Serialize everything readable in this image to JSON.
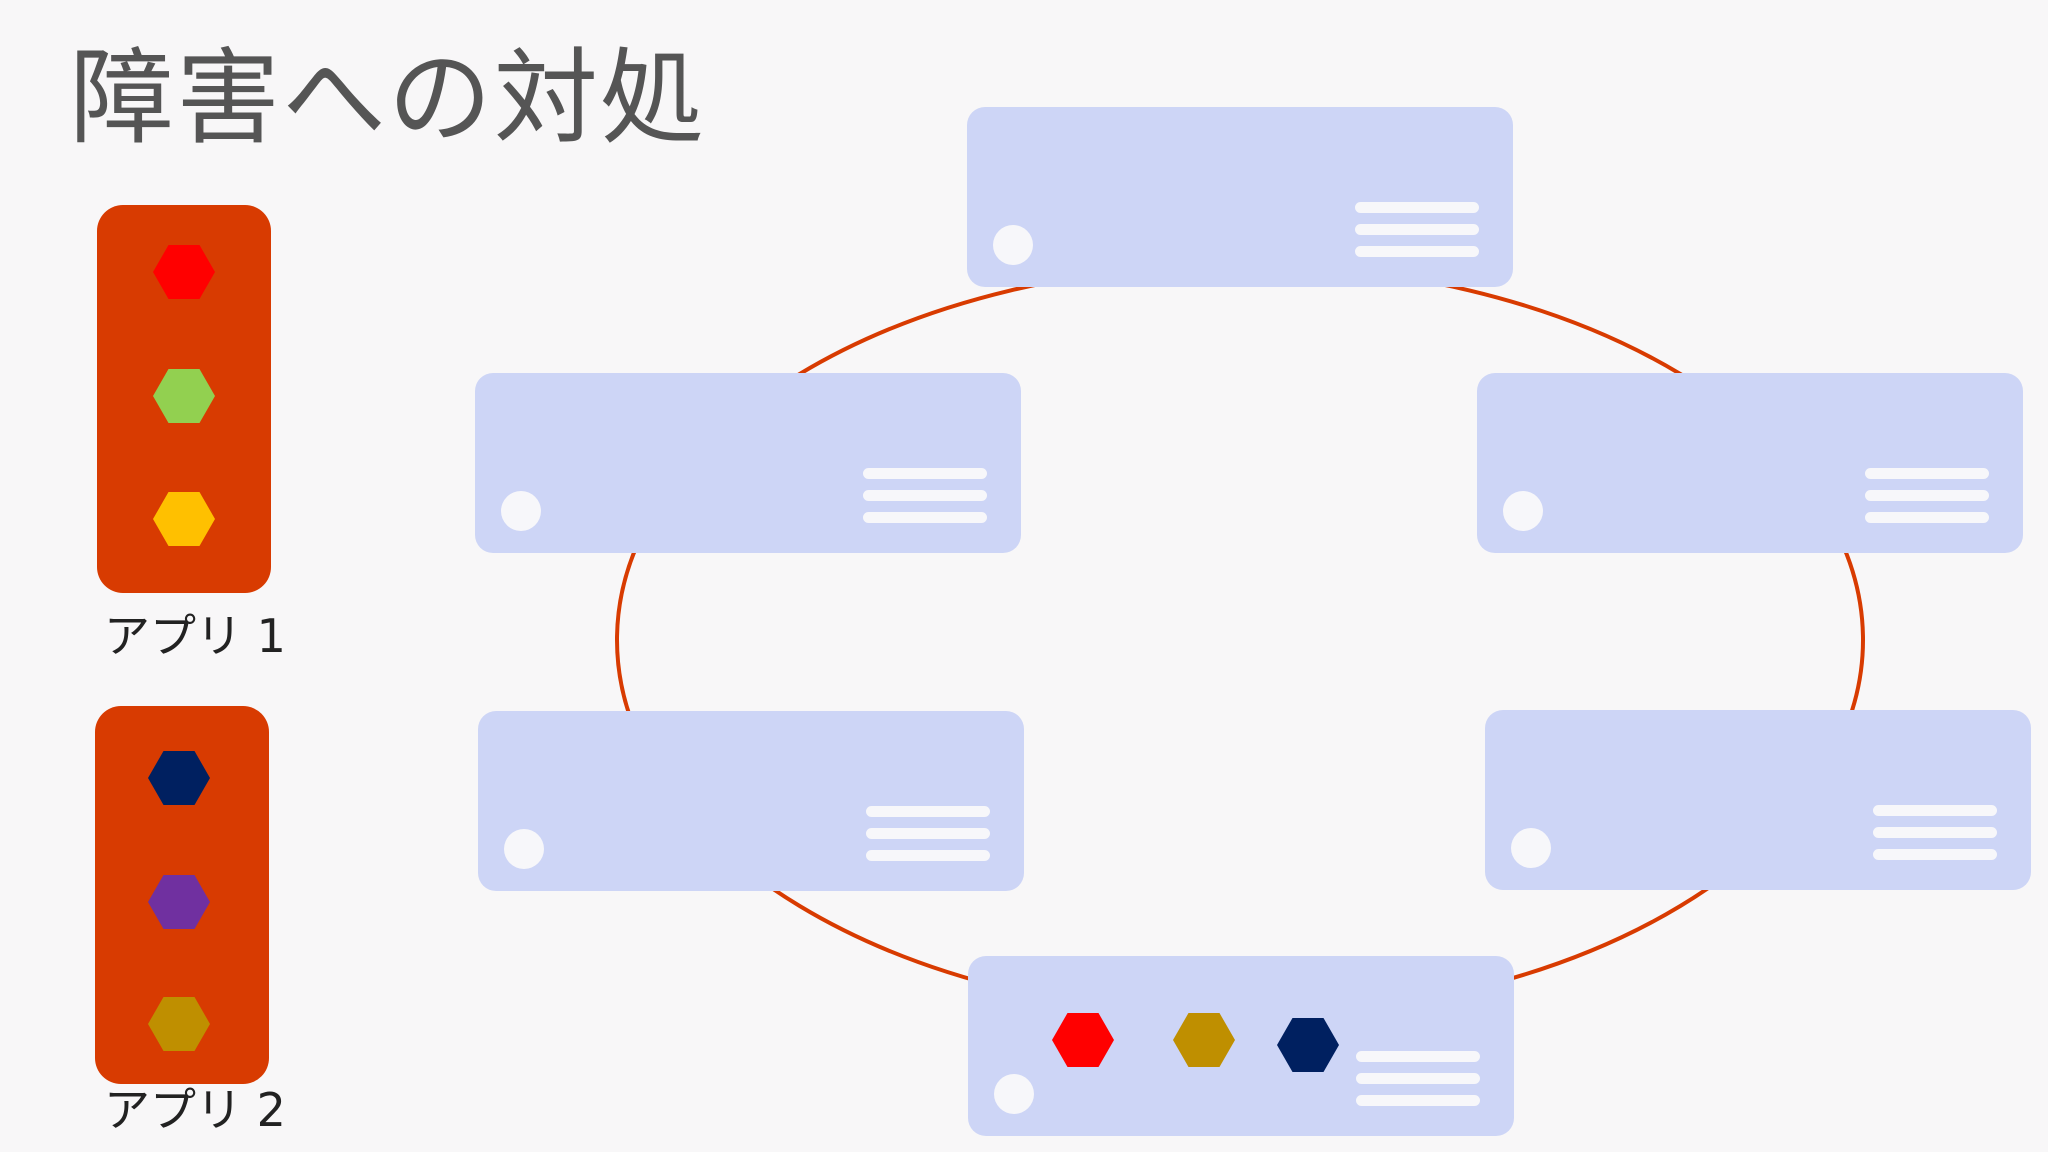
{
  "title": "障害への対処",
  "apps": [
    {
      "label": "アプリ 1",
      "components": [
        "red",
        "green",
        "yellow"
      ]
    },
    {
      "label": "アプリ 2",
      "components": [
        "navy",
        "purple",
        "gold"
      ]
    }
  ],
  "colors": {
    "red": "#ff0000",
    "green": "#92d050",
    "yellow": "#ffc000",
    "navy": "#002060",
    "purple": "#7030a0",
    "gold": "#bf8f00",
    "app_panel": "#d83b01",
    "ring": "#d83b01",
    "server": "#cdd5f6"
  },
  "servers": [
    {
      "id": "top",
      "components": []
    },
    {
      "id": "upper-left",
      "components": []
    },
    {
      "id": "upper-right",
      "components": []
    },
    {
      "id": "lower-left",
      "components": []
    },
    {
      "id": "lower-right",
      "components": []
    },
    {
      "id": "bottom",
      "components": [
        "red",
        "gold",
        "navy"
      ]
    }
  ]
}
